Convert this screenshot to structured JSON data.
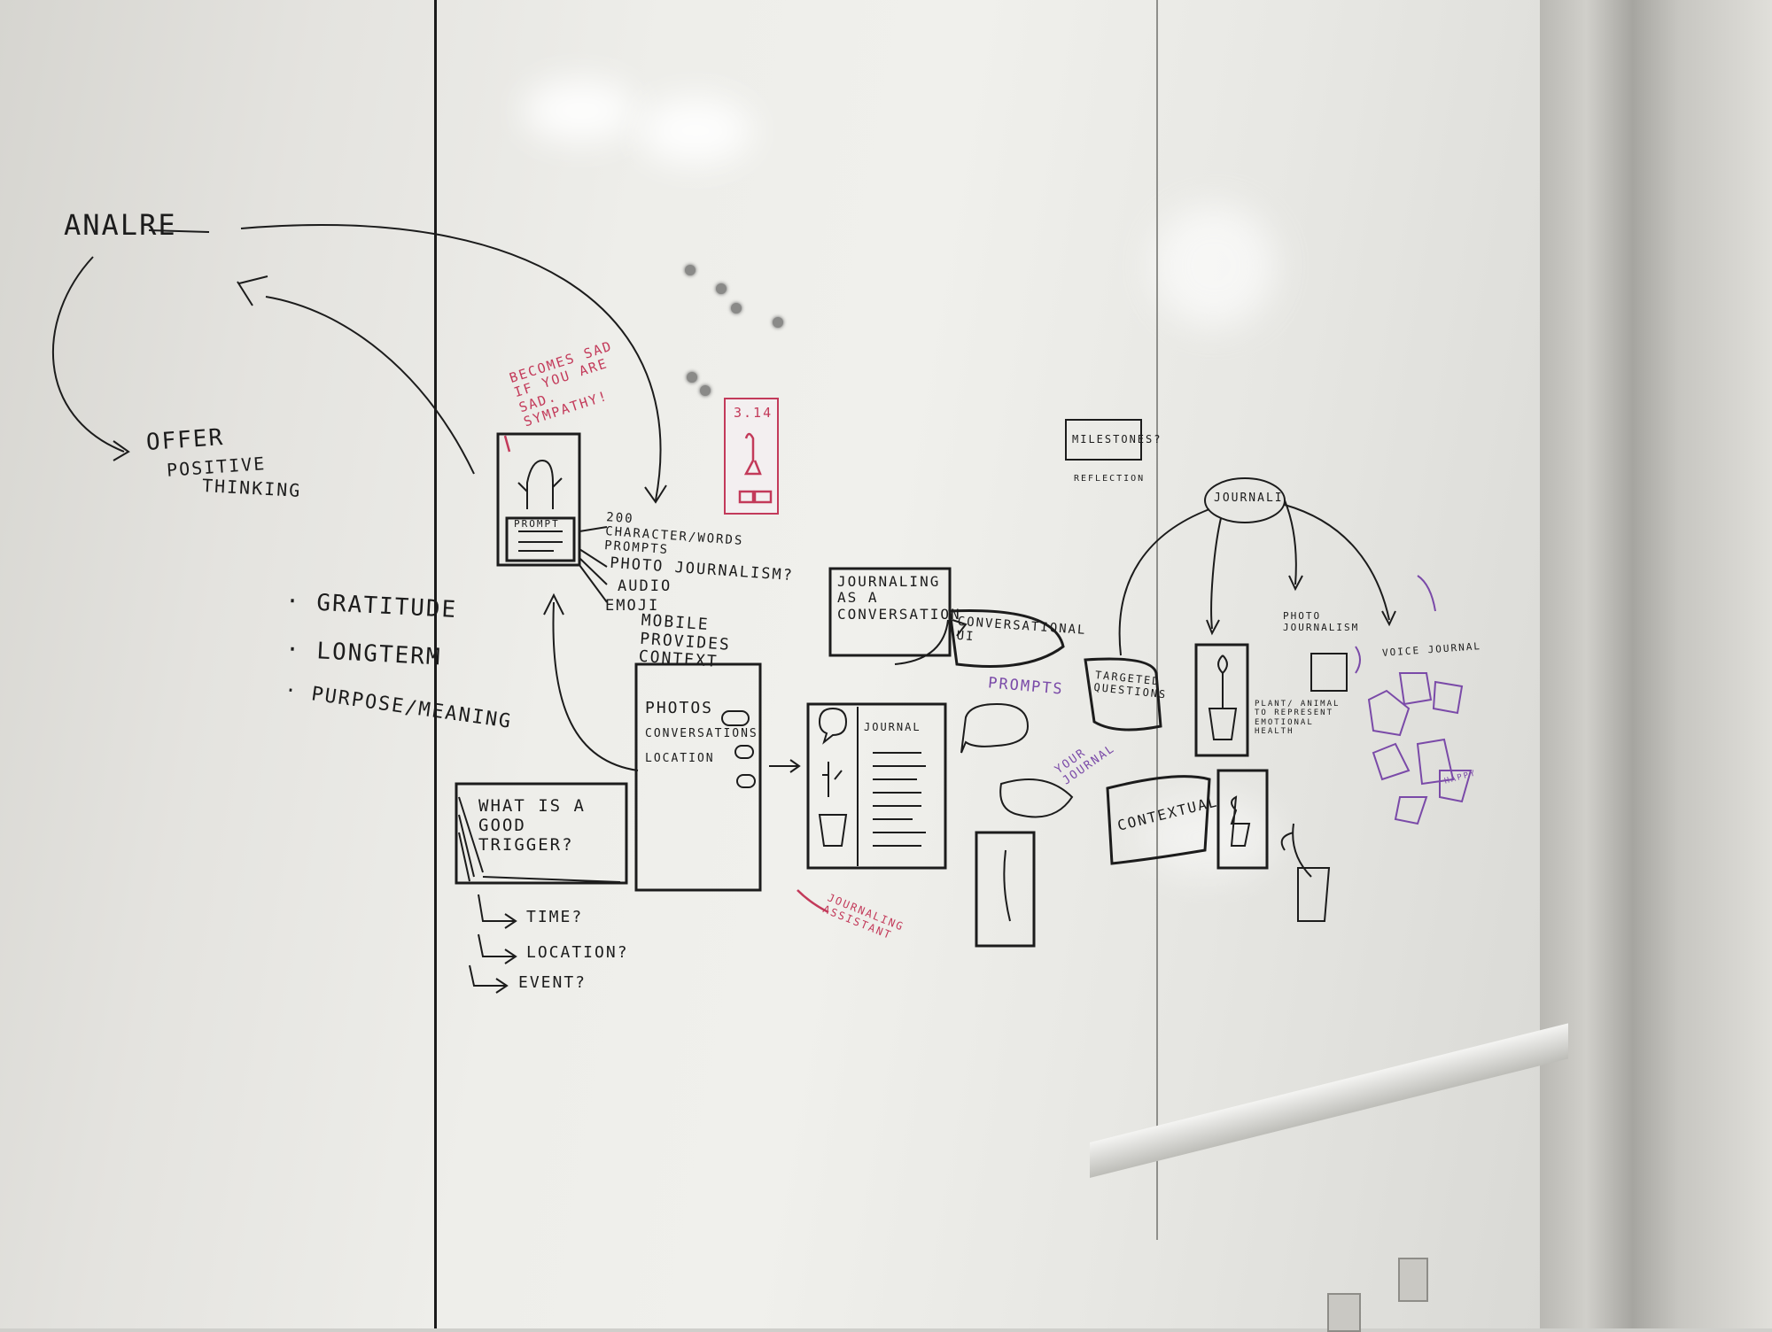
{
  "whiteboard": {
    "top_left": {
      "analyze": "ANALRE",
      "offer": "OFFER",
      "positive": "POSITIVE",
      "thinking": "THINKING"
    },
    "bullets": [
      "· GRATITUDE",
      "· LONGTERM",
      "· PURPOSE/MEANING"
    ],
    "phone_sketch": {
      "caption": "BECOMES SAD IF YOU ARE SAD. SYMPATHY!",
      "prompt_label": "PROMPT"
    },
    "feature_list": [
      "200 CHARACTER/WORDS PROMPTS",
      "PHOTO JOURNALISM?",
      "AUDIO",
      "EMOJI"
    ],
    "mobile": "MOBILE PROVIDES CONTEXT",
    "context_panel": {
      "photos": "PHOTOS",
      "conversations": "CONVERSATIONS",
      "location": "LOCATION"
    },
    "trigger": {
      "question": "WHAT IS A GOOD TRIGGER?",
      "options": [
        "TIME?",
        "LOCATION?",
        "EVENT?"
      ]
    },
    "sticky_note": "3.14",
    "journal_card": {
      "title": "JOURNAL",
      "assistant": "JOURNALING ASSISTANT"
    },
    "conversation": {
      "headline": "JOURNALING AS A CONVERSATION",
      "ui": "CONVERSATIONAL UI"
    },
    "prompts": "PROMPTS",
    "your_journal": "YOUR JOURNAL",
    "milestones": {
      "label": "MILESTONES?",
      "reflection": "REFLECTION"
    },
    "journal_hub": "JOURNALI",
    "targeted": "TARGETED QUESTIONS",
    "contextual": "CONTEXTUAL",
    "photo_journalism": "PHOTO JOURNALISM",
    "plant": "PLANT/ ANIMAL TO REPRESENT EMOTIONAL HEALTH",
    "voice_journal": "VOICE JOURNAL",
    "happy": "HAPPY"
  }
}
